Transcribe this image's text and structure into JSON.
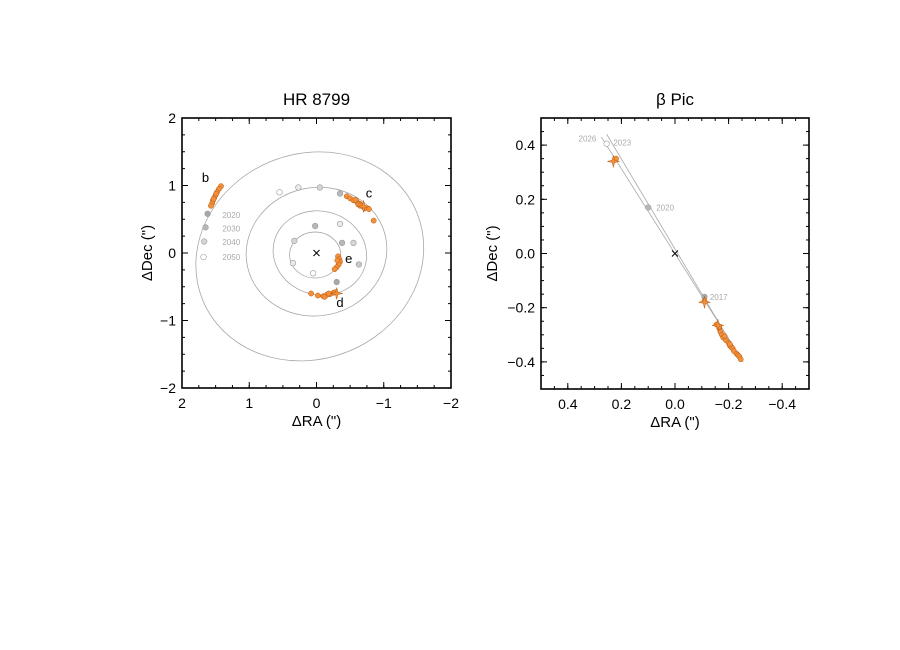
{
  "chart_data": [
    {
      "type": "scatter",
      "title": "HR 8799",
      "xlabel": "ΔRA (\")",
      "ylabel": "ΔDec (\")",
      "xlim": [
        2,
        -2
      ],
      "ylim": [
        -2,
        2
      ],
      "x_ticks": [
        2,
        1,
        0,
        -1,
        -2
      ],
      "x_tick_labels": [
        "2",
        "1",
        "0",
        "−1",
        "−2"
      ],
      "y_ticks": [
        2,
        1,
        0,
        -1,
        -2
      ],
      "y_tick_labels": [
        "2",
        "1",
        "0",
        "−1",
        "−2"
      ],
      "grid": false,
      "orbit_color": "#a8a8a8",
      "observation_color": "#f4903a",
      "observation_edge": "#b85a10",
      "star": {
        "x": 0,
        "y": 0
      },
      "orbits": [
        {
          "cx": 0.1,
          "cy": -0.05,
          "rx": 1.72,
          "ry": 1.52,
          "angle": -22
        },
        {
          "cx": 0.0,
          "cy": 0.02,
          "rx": 1.05,
          "ry": 0.95,
          "angle": -12
        },
        {
          "cx": -0.05,
          "cy": 0.0,
          "rx": 0.7,
          "ry": 0.62,
          "angle": 15
        },
        {
          "cx": 0.02,
          "cy": -0.03,
          "rx": 0.38,
          "ry": 0.34,
          "angle": 0
        }
      ],
      "planet_labels": [
        {
          "text": "b",
          "x": 1.65,
          "y": 1.05
        },
        {
          "text": "c",
          "x": -0.78,
          "y": 0.82
        },
        {
          "text": "d",
          "x": -0.35,
          "y": -0.8
        },
        {
          "text": "e",
          "x": -0.48,
          "y": -0.15
        }
      ],
      "epoch_labels": [
        {
          "text": "2020",
          "x": 1.4,
          "y": 0.56
        },
        {
          "text": "2030",
          "x": 1.4,
          "y": 0.36
        },
        {
          "text": "2040",
          "x": 1.4,
          "y": 0.16
        },
        {
          "text": "2050",
          "x": 1.4,
          "y": -0.06
        }
      ],
      "epoch_markers": [
        {
          "x": 1.62,
          "y": 0.58,
          "fill": "#a8a8a8"
        },
        {
          "x": 1.65,
          "y": 0.38,
          "fill": "#b8b8b8"
        },
        {
          "x": 1.67,
          "y": 0.17,
          "fill": "#d6d6d6"
        },
        {
          "x": 1.68,
          "y": -0.06,
          "fill": "#ffffff"
        },
        {
          "x": -0.35,
          "y": 0.88,
          "fill": "#b8b8b8"
        },
        {
          "x": -0.05,
          "y": 0.97,
          "fill": "#d6d6d6"
        },
        {
          "x": 0.27,
          "y": 0.97,
          "fill": "#ebebeb"
        },
        {
          "x": 0.55,
          "y": 0.9,
          "fill": "#ffffff"
        },
        {
          "x": -0.3,
          "y": -0.43,
          "fill": "#a8a8a8"
        },
        {
          "x": -0.63,
          "y": -0.17,
          "fill": "#c8c8c8"
        },
        {
          "x": -0.55,
          "y": 0.15,
          "fill": "#d6d6d6"
        },
        {
          "x": -0.35,
          "y": 0.43,
          "fill": "#ebebeb"
        },
        {
          "x": -0.38,
          "y": 0.15,
          "fill": "#b8b8b8"
        },
        {
          "x": 0.02,
          "y": 0.4,
          "fill": "#b8b8b8"
        },
        {
          "x": 0.33,
          "y": 0.18,
          "fill": "#d6d6d6"
        },
        {
          "x": 0.35,
          "y": -0.15,
          "fill": "#ebebeb"
        },
        {
          "x": 0.05,
          "y": -0.3,
          "fill": "#ffffff"
        }
      ],
      "observations": [
        {
          "x": 1.42,
          "y": 0.99
        },
        {
          "x": 1.45,
          "y": 0.95
        },
        {
          "x": 1.48,
          "y": 0.9
        },
        {
          "x": 1.5,
          "y": 0.86
        },
        {
          "x": 1.52,
          "y": 0.82
        },
        {
          "x": 1.54,
          "y": 0.78
        },
        {
          "x": 1.55,
          "y": 0.74
        },
        {
          "x": 1.57,
          "y": 0.7
        },
        {
          "x": 1.53,
          "y": 0.8
        },
        {
          "x": 1.49,
          "y": 0.88
        },
        {
          "x": -0.45,
          "y": 0.84
        },
        {
          "x": -0.5,
          "y": 0.81
        },
        {
          "x": -0.55,
          "y": 0.78
        },
        {
          "x": -0.6,
          "y": 0.76
        },
        {
          "x": -0.64,
          "y": 0.73
        },
        {
          "x": -0.67,
          "y": 0.71
        },
        {
          "x": -0.7,
          "y": 0.68
        },
        {
          "x": -0.72,
          "y": 0.66
        },
        {
          "x": -0.58,
          "y": 0.79
        },
        {
          "x": -0.62,
          "y": 0.72
        },
        {
          "x": -0.78,
          "y": 0.65
        },
        {
          "x": -0.85,
          "y": 0.48
        },
        {
          "x": -0.65,
          "y": 0.7
        },
        {
          "x": 0.08,
          "y": -0.6
        },
        {
          "x": -0.02,
          "y": -0.63
        },
        {
          "x": -0.1,
          "y": -0.64
        },
        {
          "x": -0.15,
          "y": -0.62
        },
        {
          "x": -0.2,
          "y": -0.61
        },
        {
          "x": -0.25,
          "y": -0.59
        },
        {
          "x": -0.28,
          "y": -0.58
        },
        {
          "x": -0.18,
          "y": -0.6
        },
        {
          "x": -0.12,
          "y": -0.65
        },
        {
          "x": -0.32,
          "y": -0.05
        },
        {
          "x": -0.34,
          "y": -0.09
        },
        {
          "x": -0.35,
          "y": -0.13
        },
        {
          "x": -0.33,
          "y": -0.17
        },
        {
          "x": -0.3,
          "y": -0.21
        },
        {
          "x": -0.27,
          "y": -0.24
        },
        {
          "x": -0.31,
          "y": -0.11
        }
      ],
      "stars": [
        {
          "x": -0.7,
          "y": 0.69
        },
        {
          "x": -0.3,
          "y": -0.6
        }
      ]
    },
    {
      "type": "scatter",
      "title": "β Pic",
      "xlabel": "ΔRA (\")",
      "ylabel": "ΔDec (\")",
      "xlim": [
        0.5,
        -0.5
      ],
      "ylim": [
        -0.5,
        0.5
      ],
      "x_ticks": [
        0.4,
        0.2,
        0.0,
        -0.2,
        -0.4
      ],
      "x_tick_labels": [
        "0.4",
        "0.2",
        "0.0",
        "−0.2",
        "−0.4"
      ],
      "y_ticks": [
        0.4,
        0.2,
        0.0,
        -0.2,
        -0.4
      ],
      "y_tick_labels": [
        "0.4",
        "0.2",
        "0.0",
        "−0.2",
        "−0.4"
      ],
      "grid": false,
      "orbit_color": "#a8a8a8",
      "observation_color": "#f4903a",
      "observation_edge": "#b85a10",
      "star": {
        "x": 0,
        "y": 0
      },
      "orbit_lines": [
        {
          "x1": 0.275,
          "y1": 0.43,
          "x2": -0.255,
          "y2": -0.4
        },
        {
          "x1": 0.255,
          "y1": 0.44,
          "x2": -0.245,
          "y2": -0.39
        }
      ],
      "epoch_labels": [
        {
          "text": "2026",
          "x": 0.36,
          "y": 0.425
        },
        {
          "text": "2023",
          "x": 0.23,
          "y": 0.41
        },
        {
          "text": "2020",
          "x": 0.07,
          "y": 0.17
        },
        {
          "text": "2017",
          "x": -0.13,
          "y": -0.16
        }
      ],
      "epoch_markers": [
        {
          "x": 0.255,
          "y": 0.405,
          "fill": "#ffffff"
        },
        {
          "x": 0.1,
          "y": 0.17,
          "fill": "#b8b8b8"
        },
        {
          "x": -0.11,
          "y": -0.16,
          "fill": "#a8a8a8"
        }
      ],
      "observations": [
        {
          "x": 0.225,
          "y": 0.345
        },
        {
          "x": 0.22,
          "y": 0.35
        },
        {
          "x": -0.155,
          "y": -0.262
        },
        {
          "x": -0.165,
          "y": -0.275
        },
        {
          "x": -0.17,
          "y": -0.29
        },
        {
          "x": -0.175,
          "y": -0.3
        },
        {
          "x": -0.18,
          "y": -0.31
        },
        {
          "x": -0.19,
          "y": -0.32
        },
        {
          "x": -0.2,
          "y": -0.33
        },
        {
          "x": -0.205,
          "y": -0.34
        },
        {
          "x": -0.21,
          "y": -0.345
        },
        {
          "x": -0.215,
          "y": -0.35
        },
        {
          "x": -0.22,
          "y": -0.36
        },
        {
          "x": -0.23,
          "y": -0.37
        },
        {
          "x": -0.235,
          "y": -0.375
        },
        {
          "x": -0.24,
          "y": -0.38
        },
        {
          "x": -0.245,
          "y": -0.39
        },
        {
          "x": -0.165,
          "y": -0.27
        },
        {
          "x": -0.185,
          "y": -0.305
        },
        {
          "x": -0.205,
          "y": -0.335
        },
        {
          "x": -0.11,
          "y": -0.175
        }
      ],
      "stars": [
        {
          "x": 0.23,
          "y": 0.34
        },
        {
          "x": -0.16,
          "y": -0.265
        },
        {
          "x": -0.11,
          "y": -0.18
        }
      ]
    }
  ]
}
